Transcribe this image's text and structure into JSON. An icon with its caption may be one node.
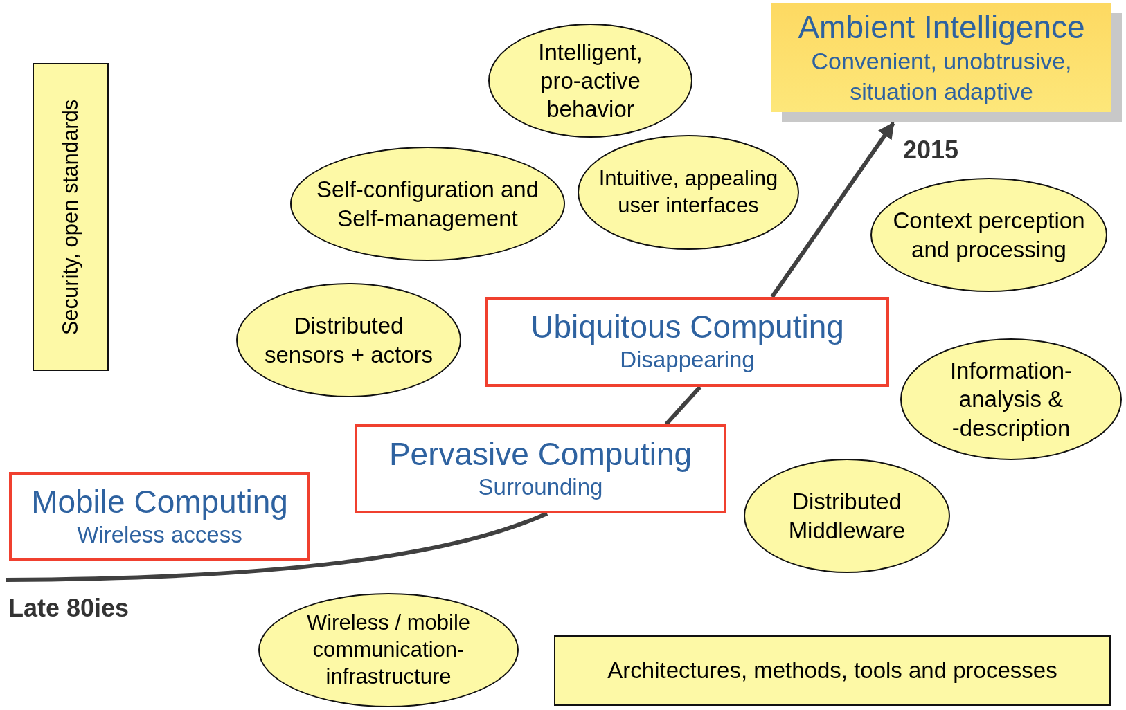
{
  "diagram": {
    "nodes": [
      {
        "text": [
          "Security, open standards"
        ]
      },
      {
        "text": [
          "Mobile Computing",
          "Wireless access"
        ]
      },
      {
        "text": [
          "Pervasive Computing",
          "Surrounding"
        ]
      },
      {
        "text": [
          "Ubiquitous Computing",
          "Disappearing"
        ]
      },
      {
        "text": [
          "Ambient Intelligence",
          "Convenient, unobtrusive, situation adaptive"
        ]
      },
      {
        "text": [
          "Intelligent, pro-active behavior"
        ]
      },
      {
        "text": [
          "Self-configuration and Self-management"
        ]
      },
      {
        "text": [
          "Intuitive, appealing user interfaces"
        ]
      },
      {
        "text": [
          "Context perception and processing"
        ]
      },
      {
        "text": [
          "Distributed sensors + actors"
        ]
      },
      {
        "text": [
          "Information-analysis & -description"
        ]
      },
      {
        "text": [
          "Distributed Middleware"
        ]
      },
      {
        "text": [
          "Wireless / mobile communication-infrastructure"
        ]
      },
      {
        "text": [
          "Architectures, methods, tools and processes"
        ]
      }
    ],
    "edges": [
      {
        "from": null,
        "to": 2,
        "arrow": "none"
      },
      {
        "from": 2,
        "to": 3,
        "arrow": "none"
      },
      {
        "from": 3,
        "to": 4,
        "arrow": "to"
      }
    ],
    "labels": [
      "2015",
      "Late 80ies"
    ]
  }
}
